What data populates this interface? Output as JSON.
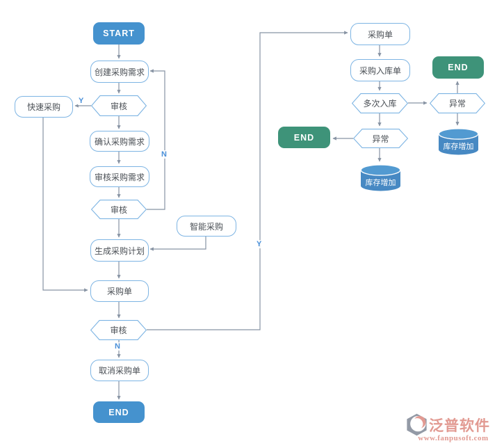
{
  "colors": {
    "blue": "#4592ce",
    "green": "#3e9379",
    "node-border": "#7db4e3",
    "line": "#8793a3",
    "label-blue": "#4a90d9",
    "text": "#4a4f55",
    "cyl": "#4789c3",
    "cyl-top": "#529ad1",
    "coral": "#e29a92",
    "logo-gray": "#939aa6"
  },
  "nodes": {
    "start": {
      "label": "START"
    },
    "create_demand": {
      "label": "创建采购需求"
    },
    "review1": {
      "label": "审核"
    },
    "quick_purchase": {
      "label": "快速采购"
    },
    "confirm_demand": {
      "label": "确认采购需求"
    },
    "review_demand": {
      "label": "审核采购需求"
    },
    "review2": {
      "label": "审核"
    },
    "smart_purchase": {
      "label": "智能采购"
    },
    "generate_plan": {
      "label": "生成采购计划"
    },
    "purchase_order": {
      "label": "采购单"
    },
    "review3": {
      "label": "审核"
    },
    "cancel_order": {
      "label": "取消采购单"
    },
    "end_left": {
      "label": "END"
    },
    "purchase_order_right": {
      "label": "采购单"
    },
    "warehouse_entry": {
      "label": "采购入库单"
    },
    "multi_entry": {
      "label": "多次入库"
    },
    "abnormal_right": {
      "label": "异常"
    },
    "end_right_top": {
      "label": "END"
    },
    "abnormal_center": {
      "label": "异常"
    },
    "end_right_left": {
      "label": "END"
    },
    "stock_increase_right": {
      "label": "库存增加"
    },
    "stock_increase_center": {
      "label": "库存增加"
    }
  },
  "edge_labels": {
    "review1_yes": "Y",
    "review2_no": "N",
    "review3_yes": "Y",
    "review3_no": "N"
  },
  "watermark": {
    "brand": "泛普软件",
    "url": "www.fanpusoft.com"
  }
}
